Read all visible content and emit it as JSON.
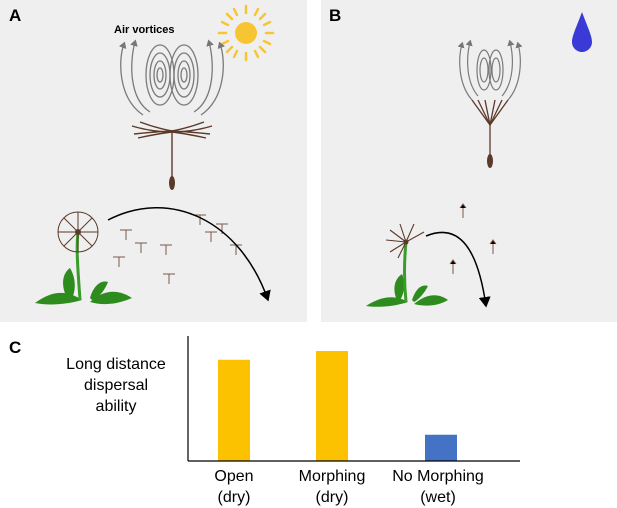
{
  "panels": {
    "a": {
      "label": "A",
      "vortices_label": "Air vortices",
      "weather_icon": "sun-icon",
      "sun_color": "#f7c531"
    },
    "b": {
      "label": "B",
      "weather_icon": "water-drop-icon",
      "drop_color": "#3a3ad6"
    }
  },
  "panel_c": {
    "label": "C",
    "ylabel_lines": [
      "Long distance",
      "dispersal",
      "ability"
    ]
  },
  "chart_data": {
    "type": "bar",
    "categories": [
      [
        "Open",
        "(dry)"
      ],
      [
        "Morphing",
        "(dry)"
      ],
      [
        "No Morphing",
        "(wet)"
      ]
    ],
    "values": [
      0.81,
      0.88,
      0.21
    ],
    "colors": [
      "#fcc200",
      "#fcc200",
      "#4472c4"
    ],
    "ylim": [
      0,
      1
    ],
    "grid": false
  },
  "colors": {
    "panel_bg": "#f0efef",
    "stem_green": "#3a9c2a",
    "leaf_green": "#2e8b1e",
    "seed_brown": "#5a3a2a",
    "vortex_gray": "#7a7a7a"
  }
}
